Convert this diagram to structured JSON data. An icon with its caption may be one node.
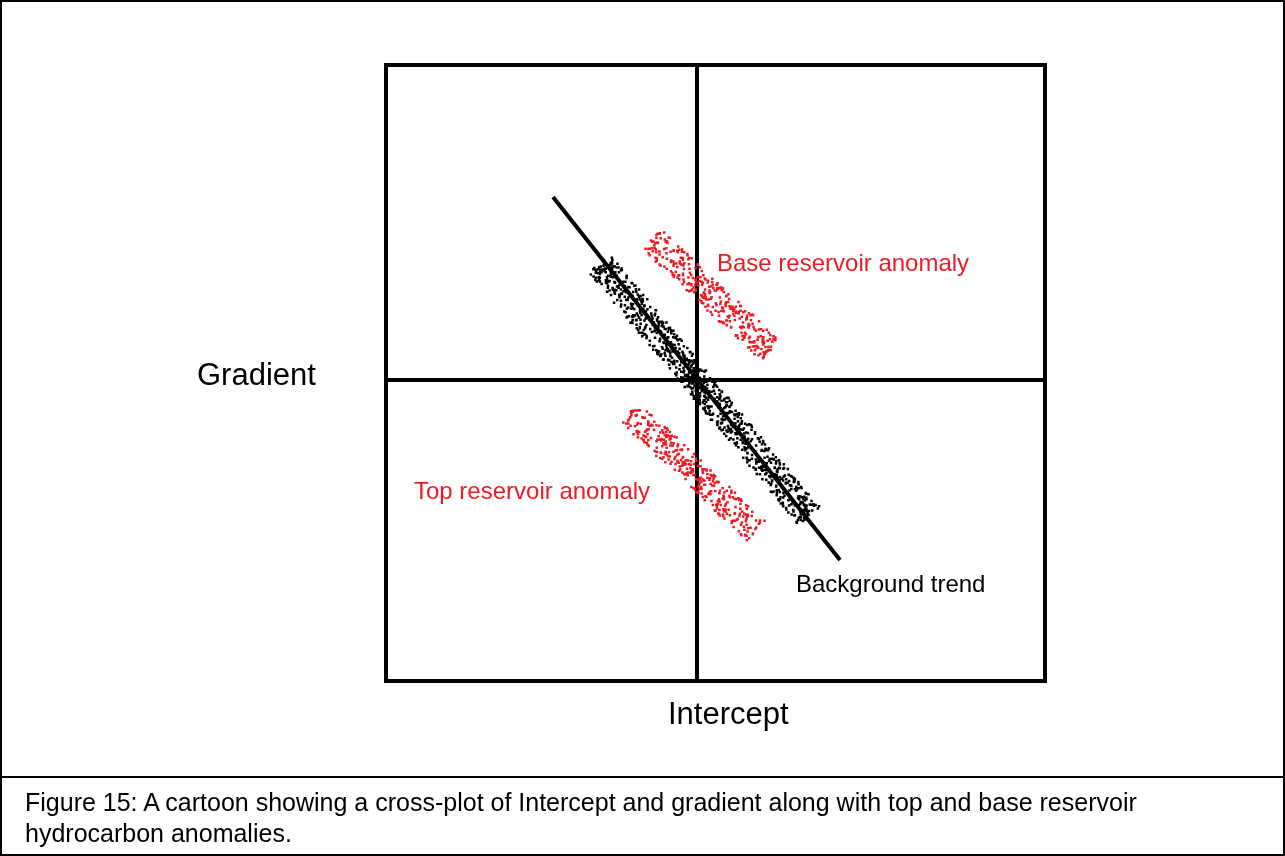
{
  "diagram": {
    "caption": "Figure 15: A cartoon showing a cross-plot of Intercept and gradient along with top and base reservoir hydrocarbon anomalies.",
    "labels": [
      "Base reservoir anomaly",
      "Gradient",
      "Top reservoir anomaly",
      "Background trend",
      "Intercept"
    ]
  }
}
